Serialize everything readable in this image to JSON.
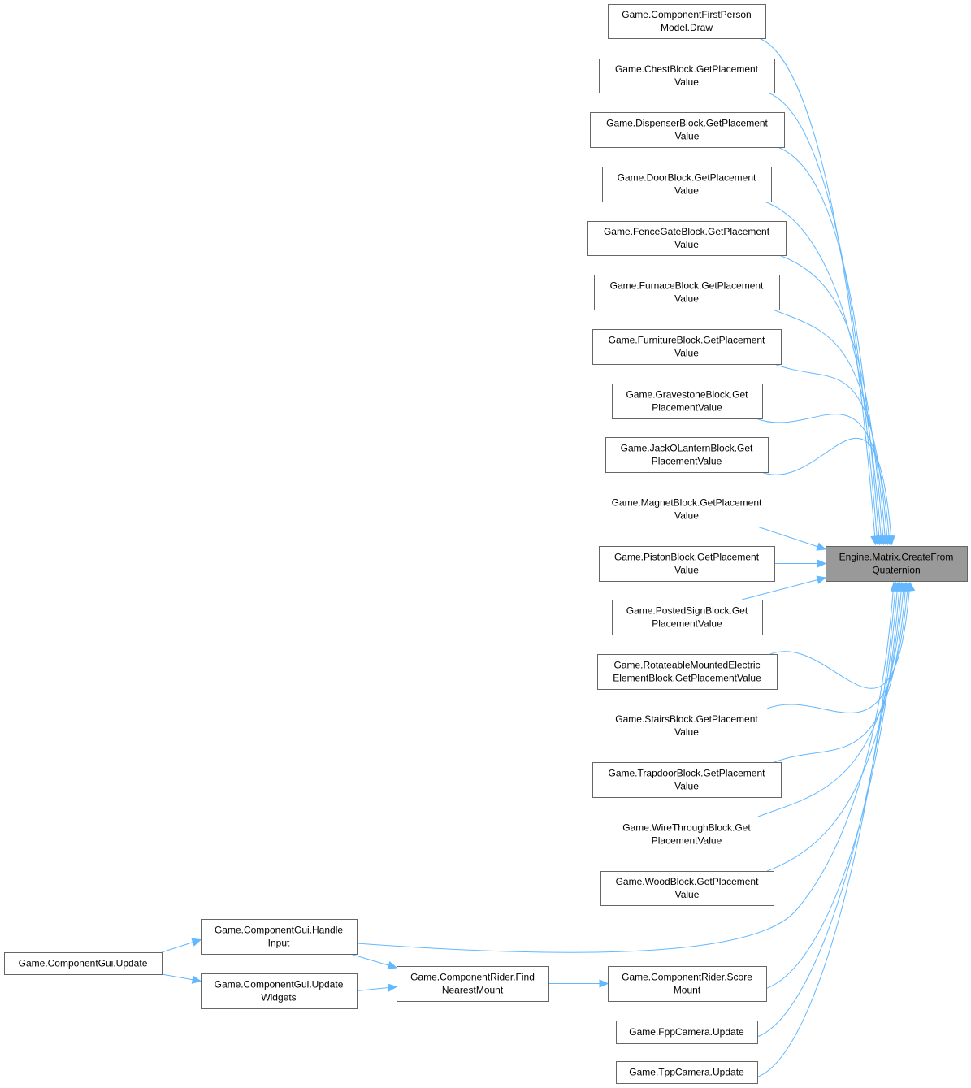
{
  "graph": {
    "edge_color": "#63b8ff",
    "target_fill": "#999999",
    "nodes": [
      {
        "id": "target",
        "lines": [
          "Engine.Matrix.CreateFrom",
          "Quaternion"
        ]
      },
      {
        "id": "a1",
        "lines": [
          "Game.ComponentFirstPerson",
          "Model.Draw"
        ]
      },
      {
        "id": "a2",
        "lines": [
          "Game.ChestBlock.GetPlacement",
          "Value"
        ]
      },
      {
        "id": "a3",
        "lines": [
          "Game.DispenserBlock.GetPlacement",
          "Value"
        ]
      },
      {
        "id": "a4",
        "lines": [
          "Game.DoorBlock.GetPlacement",
          "Value"
        ]
      },
      {
        "id": "a5",
        "lines": [
          "Game.FenceGateBlock.GetPlacement",
          "Value"
        ]
      },
      {
        "id": "a6",
        "lines": [
          "Game.FurnaceBlock.GetPlacement",
          "Value"
        ]
      },
      {
        "id": "a7",
        "lines": [
          "Game.FurnitureBlock.GetPlacement",
          "Value"
        ]
      },
      {
        "id": "a8",
        "lines": [
          "Game.GravestoneBlock.Get",
          "PlacementValue"
        ]
      },
      {
        "id": "a9",
        "lines": [
          "Game.JackOLanternBlock.Get",
          "PlacementValue"
        ]
      },
      {
        "id": "a10",
        "lines": [
          "Game.MagnetBlock.GetPlacement",
          "Value"
        ]
      },
      {
        "id": "a11",
        "lines": [
          "Game.PistonBlock.GetPlacement",
          "Value"
        ]
      },
      {
        "id": "a12",
        "lines": [
          "Game.PostedSignBlock.Get",
          "PlacementValue"
        ]
      },
      {
        "id": "a13",
        "lines": [
          "Game.RotateableMountedElectric",
          "ElementBlock.GetPlacementValue"
        ]
      },
      {
        "id": "a14",
        "lines": [
          "Game.StairsBlock.GetPlacement",
          "Value"
        ]
      },
      {
        "id": "a15",
        "lines": [
          "Game.TrapdoorBlock.GetPlacement",
          "Value"
        ]
      },
      {
        "id": "a16",
        "lines": [
          "Game.WireThroughBlock.Get",
          "PlacementValue"
        ]
      },
      {
        "id": "a17",
        "lines": [
          "Game.WoodBlock.GetPlacement",
          "Value"
        ]
      },
      {
        "id": "a18",
        "lines": [
          "Game.ComponentRider.Score",
          "Mount"
        ]
      },
      {
        "id": "a19",
        "lines": [
          "Game.FppCamera.Update"
        ]
      },
      {
        "id": "a20",
        "lines": [
          "Game.TppCamera.Update"
        ]
      },
      {
        "id": "b1",
        "lines": [
          "Game.ComponentRider.Find",
          "NearestMount"
        ]
      },
      {
        "id": "c1",
        "lines": [
          "Game.ComponentGui.Handle",
          "Input"
        ]
      },
      {
        "id": "c2",
        "lines": [
          "Game.ComponentGui.Update",
          "Widgets"
        ]
      },
      {
        "id": "d1",
        "lines": [
          "Game.ComponentGui.Update"
        ]
      }
    ],
    "edges": [
      [
        "a1",
        "target"
      ],
      [
        "a2",
        "target"
      ],
      [
        "a3",
        "target"
      ],
      [
        "a4",
        "target"
      ],
      [
        "a5",
        "target"
      ],
      [
        "a6",
        "target"
      ],
      [
        "a7",
        "target"
      ],
      [
        "a8",
        "target"
      ],
      [
        "a9",
        "target"
      ],
      [
        "a10",
        "target"
      ],
      [
        "a11",
        "target"
      ],
      [
        "a12",
        "target"
      ],
      [
        "a13",
        "target"
      ],
      [
        "a14",
        "target"
      ],
      [
        "a15",
        "target"
      ],
      [
        "a16",
        "target"
      ],
      [
        "a17",
        "target"
      ],
      [
        "a18",
        "target"
      ],
      [
        "a19",
        "target"
      ],
      [
        "a20",
        "target"
      ],
      [
        "c1",
        "target"
      ],
      [
        "b1",
        "a18"
      ],
      [
        "c1",
        "b1"
      ],
      [
        "c2",
        "b1"
      ],
      [
        "d1",
        "c1"
      ],
      [
        "d1",
        "c2"
      ]
    ]
  }
}
